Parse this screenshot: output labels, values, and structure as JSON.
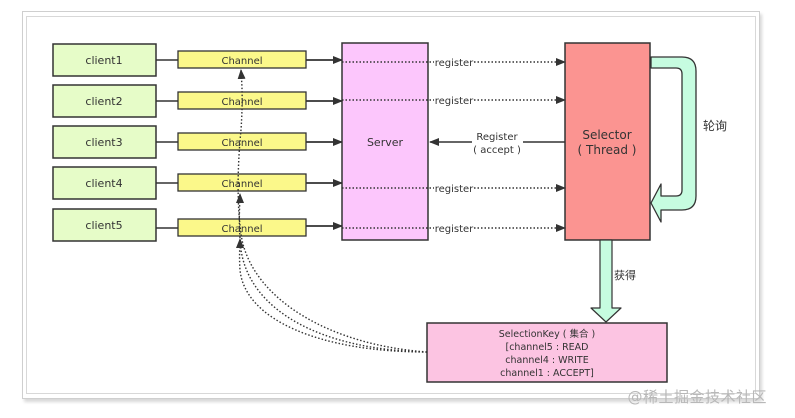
{
  "clients": [
    {
      "label": "client1"
    },
    {
      "label": "client2"
    },
    {
      "label": "client3"
    },
    {
      "label": "client4"
    },
    {
      "label": "client5"
    }
  ],
  "channels": [
    {
      "label": "Channel"
    },
    {
      "label": "Channel"
    },
    {
      "label": "Channel"
    },
    {
      "label": "Channel"
    },
    {
      "label": "Channel"
    }
  ],
  "server": {
    "label": "Server"
  },
  "selector": {
    "line1": "Selector",
    "line2": "( Thread )"
  },
  "register_labels": [
    "register",
    "register",
    "register",
    "register"
  ],
  "accept_label": {
    "line1": "Register",
    "line2": "( accept )"
  },
  "poll_label": "轮询",
  "obtain_label": "获得",
  "selection_key": {
    "lines": [
      "SelectionKey ( 集合 )",
      "[channel5 : READ",
      "channel4 : WRITE",
      "channel1 : ACCEPT]"
    ]
  },
  "colors": {
    "client_fill": "#e6fcc8",
    "channel_fill": "#fbf88a",
    "server_fill": "#fcc6fc",
    "selector_fill": "#fb9491",
    "selection_key_fill": "#fcc4e2",
    "arrow_fill": "#c6fce0",
    "stroke": "#333333"
  },
  "watermark": "@稀土掘金技术社区"
}
